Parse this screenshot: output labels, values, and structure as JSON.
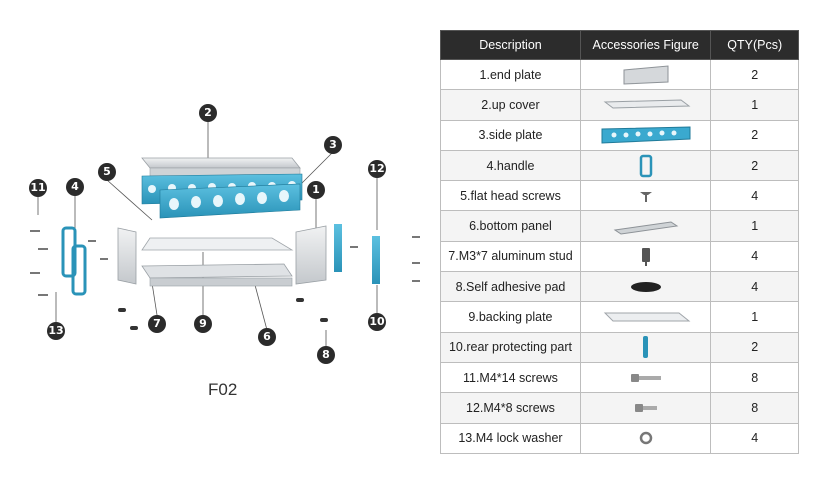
{
  "figure_label": "F02",
  "callouts": [
    "1",
    "2",
    "3",
    "4",
    "5",
    "6",
    "7",
    "8",
    "9",
    "10",
    "11",
    "12",
    "13"
  ],
  "table": {
    "headers": [
      "Description",
      "Accessories Figure",
      "QTY(Pcs)"
    ],
    "rows": [
      {
        "description": "1.end plate",
        "figure": "end-plate-icon",
        "qty": "2"
      },
      {
        "description": "2.up cover",
        "figure": "up-cover-icon",
        "qty": "1"
      },
      {
        "description": "3.side plate",
        "figure": "side-plate-icon",
        "qty": "2"
      },
      {
        "description": "4.handle",
        "figure": "handle-icon",
        "qty": "2"
      },
      {
        "description": "5.flat head screws",
        "figure": "flat-head-screw-icon",
        "qty": "4"
      },
      {
        "description": "6.bottom panel",
        "figure": "bottom-panel-icon",
        "qty": "1"
      },
      {
        "description": "7.M3*7 aluminum stud",
        "figure": "aluminum-stud-icon",
        "qty": "4"
      },
      {
        "description": "8.Self adhesive pad",
        "figure": "adhesive-pad-icon",
        "qty": "4"
      },
      {
        "description": "9.backing plate",
        "figure": "backing-plate-icon",
        "qty": "1"
      },
      {
        "description": "10.rear protecting part",
        "figure": "rear-protecting-part-icon",
        "qty": "2"
      },
      {
        "description": "11.M4*14 screws",
        "figure": "m4x14-screw-icon",
        "qty": "8"
      },
      {
        "description": "12.M4*8 screws",
        "figure": "m4x8-screw-icon",
        "qty": "8"
      },
      {
        "description": "13.M4 lock washer",
        "figure": "lock-washer-icon",
        "qty": "4"
      }
    ]
  },
  "colors": {
    "accent_blue": "#3aa9cf",
    "header_bg": "#2c2c2c",
    "panel_gray": "#d9dcdf"
  }
}
